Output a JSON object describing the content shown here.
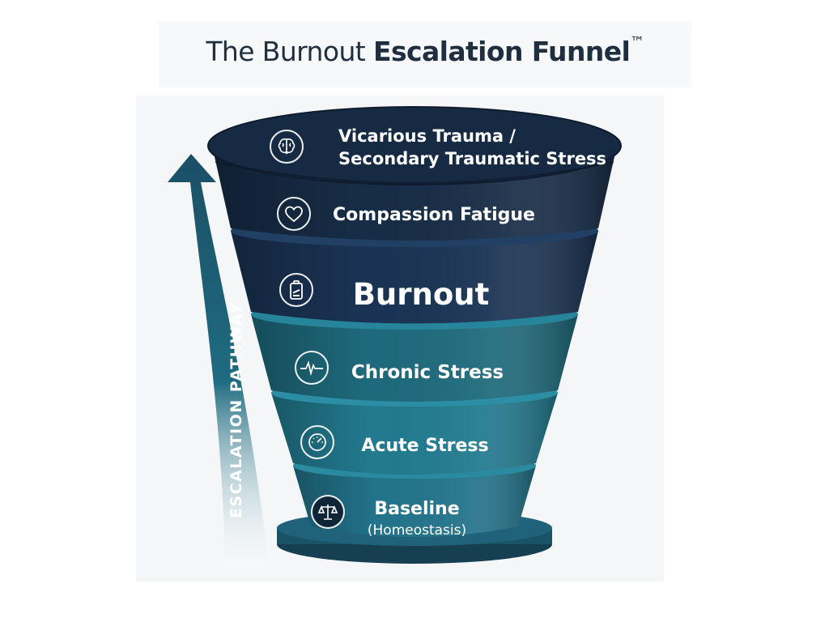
{
  "title": {
    "part_light": "The Burnout",
    "part_bold": "Escalation Funnel",
    "trademark": "™"
  },
  "pathway": {
    "label": "ESCALATION PATHWAY"
  },
  "layers": [
    {
      "line1": "Vicarious Trauma /",
      "line2": "Secondary Traumatic Stress",
      "icon": "brain-icon",
      "color": "#162a43"
    },
    {
      "line1": "Compassion Fatigue",
      "icon": "heart-icon",
      "color": "#172c46"
    },
    {
      "line1": "Burnout",
      "icon": "low-battery-icon",
      "color": "#1a3354"
    },
    {
      "line1": "Chronic Stress",
      "icon": "heartbeat-icon",
      "color": "#1e6a7c"
    },
    {
      "line1": "Acute Stress",
      "icon": "gauge-icon",
      "color": "#227a8f"
    },
    {
      "line1": "Baseline",
      "line2": "(Homeostasis)",
      "icon": "scales-icon",
      "color": "#23748b"
    }
  ],
  "colors": {
    "title": "#1f2f40",
    "arrow": "#1d6478",
    "base": "#1a5266"
  }
}
